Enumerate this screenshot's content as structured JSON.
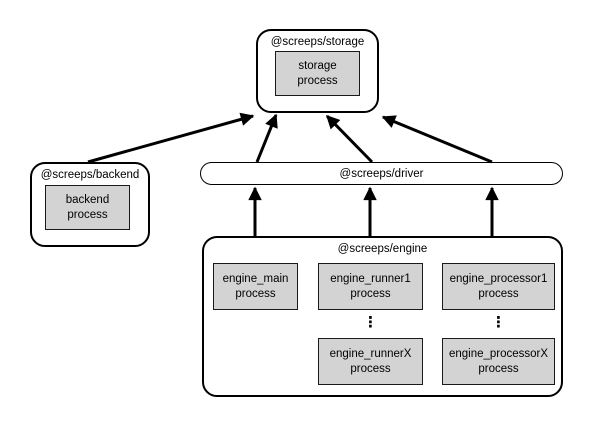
{
  "colors": {
    "background": "#ffffff",
    "box_border": "#000000",
    "process_fill": "#d3d3d3",
    "arrow": "#000000"
  },
  "nodes": {
    "storage": {
      "title": "@screeps/storage",
      "process": "storage process"
    },
    "backend": {
      "title": "@screeps/backend",
      "process": "backend process"
    },
    "driver": {
      "title": "@screeps/driver"
    },
    "engine": {
      "title": "@screeps/engine",
      "main_process": "engine_main process",
      "runner_first": "engine_runner1 process",
      "processor_first": "engine_processor1 process",
      "runner_last": "engine_runnerX process",
      "processor_last": "engine_processorX process",
      "ellipsis": "⋮"
    }
  },
  "edges": [
    {
      "from": "backend",
      "to": "storage"
    },
    {
      "from": "driver",
      "to": "storage"
    },
    {
      "from": "driver",
      "to": "storage"
    },
    {
      "from": "driver",
      "to": "storage"
    },
    {
      "from": "engine",
      "to": "driver"
    },
    {
      "from": "engine",
      "to": "driver"
    },
    {
      "from": "engine",
      "to": "driver"
    }
  ]
}
